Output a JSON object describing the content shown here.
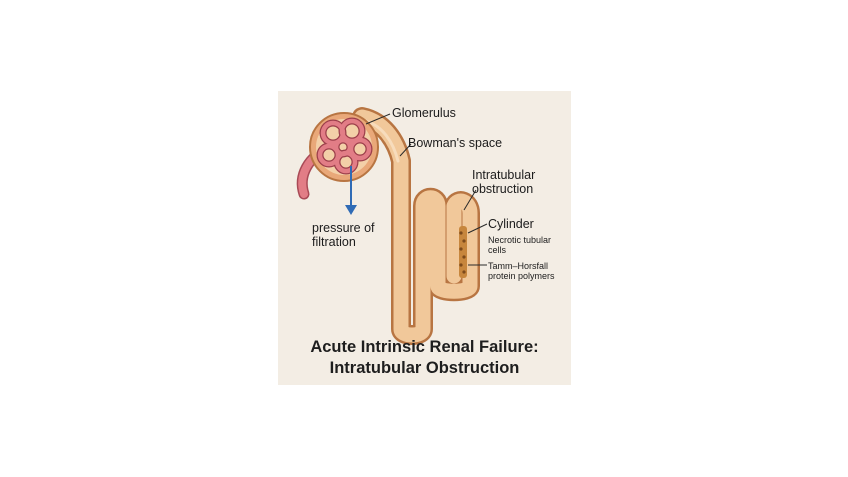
{
  "labels": {
    "glomerulus": "Glomerulus",
    "bowmans_space": "Bowman's space",
    "intratubular_line1": "Intratubular",
    "intratubular_line2": "obstruction",
    "cylinder": "Cylinder",
    "necrotic_line1": "Necrotic tubular",
    "necrotic_line2": "cells",
    "tamm_line1": "Tamm–Horsfall",
    "tamm_line2": "protein polymers",
    "pressure_line1": "pressure of",
    "pressure_line2": "filtration"
  },
  "title": {
    "line1": "Acute Intrinsic Renal Failure:",
    "line2": "Intratubular Obstruction"
  },
  "colors": {
    "background": "#f3ede4",
    "tubule_fill": "#f1c89a",
    "tubule_outline": "#b87542",
    "glomerulus": "#d9626c",
    "capsule": "#e9a879",
    "arrow": "#2f6bb5",
    "cast": "#b8742f"
  }
}
